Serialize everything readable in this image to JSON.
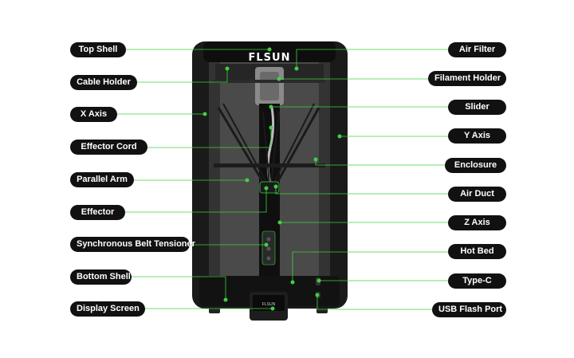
{
  "product": {
    "brand_logo": "FLSUN",
    "display_logo": "FLSUN",
    "accent_color": "#3fd13f",
    "frame_color": "#1a1a1a",
    "panel_color": "#4a4a4a"
  },
  "callouts_left": [
    {
      "label": "Top Shell"
    },
    {
      "label": "Cable Holder"
    },
    {
      "label": "X Axis"
    },
    {
      "label": "Effector Cord"
    },
    {
      "label": "Parallel Arm"
    },
    {
      "label": "Effector"
    },
    {
      "label": "Synchronous Belt Tensioner"
    },
    {
      "label": "Bottom Shell"
    },
    {
      "label": "Display Screen"
    }
  ],
  "callouts_right": [
    {
      "label": "Air Filter"
    },
    {
      "label": "Filament Holder"
    },
    {
      "label": "Slider"
    },
    {
      "label": "Y Axis"
    },
    {
      "label": "Enclosure"
    },
    {
      "label": "Air Duct"
    },
    {
      "label": "Z Axis"
    },
    {
      "label": "Hot Bed"
    },
    {
      "label": "Type-C"
    },
    {
      "label": "USB Flash Port"
    }
  ]
}
